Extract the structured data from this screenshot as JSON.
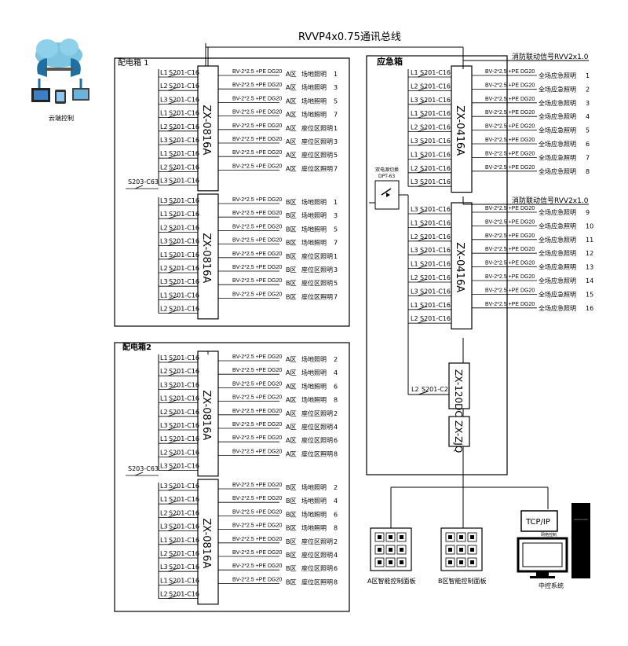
{
  "bus_title": "RVVP4x0.75通讯总线",
  "cloud_label": "云端控制",
  "box1": {
    "title": "配电箱 1",
    "main_breaker": "S203-C63",
    "modules": [
      {
        "label": "ZX-0816A",
        "circuits": [
          {
            "phase": "L1",
            "breaker": "S201-C16",
            "cable": "BV-2*2.5 +PE DG20",
            "zone": "A区",
            "load": "场地照明",
            "num": "1"
          },
          {
            "phase": "L2",
            "breaker": "S201-C16",
            "cable": "BV-2*2.5 +PE DG20",
            "zone": "A区",
            "load": "场地照明",
            "num": "3"
          },
          {
            "phase": "L3",
            "breaker": "S201-C16",
            "cable": "BV-2*2.5 +PE DG20",
            "zone": "A区",
            "load": "场地照明",
            "num": "5"
          },
          {
            "phase": "L1",
            "breaker": "S201-C16",
            "cable": "BV-2*2.5 +PE DG20",
            "zone": "A区",
            "load": "场地照明",
            "num": "7"
          },
          {
            "phase": "L2",
            "breaker": "S201-C16",
            "cable": "BV-2*2.5 +PE DG20",
            "zone": "A区",
            "load": "座位区照明",
            "num": "1"
          },
          {
            "phase": "L3",
            "breaker": "S201-C16",
            "cable": "BV-2*2.5 +PE DG20",
            "zone": "A区",
            "load": "座位区照明",
            "num": "3"
          },
          {
            "phase": "L1",
            "breaker": "S201-C16",
            "cable": "BV-2*2.5 +PE DG20",
            "zone": "A区",
            "load": "座位区照明",
            "num": "5"
          },
          {
            "phase": "L2",
            "breaker": "S201-C16",
            "cable": "BV-2*2.5 +PE DG20",
            "zone": "A区",
            "load": "座位区照明",
            "num": "7"
          },
          {
            "phase": "L3",
            "breaker": "S201-C16"
          }
        ]
      },
      {
        "label": "ZX-0816A",
        "circuits": [
          {
            "phase": "L3",
            "breaker": "S201-C16",
            "cable": "BV-2*2.5 +PE DG20",
            "zone": "B区",
            "load": "场地照明",
            "num": "1"
          },
          {
            "phase": "L1",
            "breaker": "S201-C16",
            "cable": "BV-2*2.5 +PE DG20",
            "zone": "B区",
            "load": "场地照明",
            "num": "3"
          },
          {
            "phase": "L2",
            "breaker": "S201-C16",
            "cable": "BV-2*2.5 +PE DG20",
            "zone": "B区",
            "load": "场地照明",
            "num": "5"
          },
          {
            "phase": "L3",
            "breaker": "S201-C16",
            "cable": "BV-2*2.5 +PE DG20",
            "zone": "B区",
            "load": "场地照明",
            "num": "7"
          },
          {
            "phase": "L1",
            "breaker": "S201-C16",
            "cable": "BV-2*2.5 +PE DG20",
            "zone": "B区",
            "load": "座位区照明",
            "num": "1"
          },
          {
            "phase": "L2",
            "breaker": "S201-C16",
            "cable": "BV-2*2.5 +PE DG20",
            "zone": "B区",
            "load": "座位区照明",
            "num": "3"
          },
          {
            "phase": "L3",
            "breaker": "S201-C16",
            "cable": "BV-2*2.5 +PE DG20",
            "zone": "B区",
            "load": "座位区照明",
            "num": "5"
          },
          {
            "phase": "L1",
            "breaker": "S201-C16",
            "cable": "BV-2*2.5 +PE DG20",
            "zone": "B区",
            "load": "座位区照明",
            "num": "7"
          },
          {
            "phase": "L2",
            "breaker": "S201-C16"
          }
        ]
      }
    ]
  },
  "box2": {
    "title": "配电箱2",
    "main_breaker": "S203-C63",
    "modules": [
      {
        "label": "ZX-0816A",
        "circuits": [
          {
            "phase": "L1",
            "breaker": "S201-C16",
            "cable": "BV-2*2.5 +PE DG20",
            "zone": "A区",
            "load": "场地照明",
            "num": "2"
          },
          {
            "phase": "L2",
            "breaker": "S201-C16",
            "cable": "BV-2*2.5 +PE DG20",
            "zone": "A区",
            "load": "场地照明",
            "num": "4"
          },
          {
            "phase": "L3",
            "breaker": "S201-C16",
            "cable": "BV-2*2.5 +PE DG20",
            "zone": "A区",
            "load": "场地照明",
            "num": "6"
          },
          {
            "phase": "L1",
            "breaker": "S201-C16",
            "cable": "BV-2*2.5 +PE DG20",
            "zone": "A区",
            "load": "场地照明",
            "num": "8"
          },
          {
            "phase": "L2",
            "breaker": "S201-C16",
            "cable": "BV-2*2.5 +PE DG20",
            "zone": "A区",
            "load": "座位区照明",
            "num": "2"
          },
          {
            "phase": "L3",
            "breaker": "S201-C16",
            "cable": "BV-2*2.5 +PE DG20",
            "zone": "A区",
            "load": "座位区照明",
            "num": "4"
          },
          {
            "phase": "L1",
            "breaker": "S201-C16",
            "cable": "BV-2*2.5 +PE DG20",
            "zone": "A区",
            "load": "座位区照明",
            "num": "6"
          },
          {
            "phase": "L2",
            "breaker": "S201-C16",
            "cable": "BV-2*2.5 +PE DG20",
            "zone": "A区",
            "load": "座位区照明",
            "num": "8"
          },
          {
            "phase": "L3",
            "breaker": "S201-C16"
          }
        ]
      },
      {
        "label": "ZX-0816A",
        "circuits": [
          {
            "phase": "L3",
            "breaker": "S201-C16",
            "cable": "BV-2*2.5 +PE DG20",
            "zone": "B区",
            "load": "场地照明",
            "num": "2"
          },
          {
            "phase": "L1",
            "breaker": "S201-C16",
            "cable": "BV-2*2.5 +PE DG20",
            "zone": "B区",
            "load": "场地照明",
            "num": "4"
          },
          {
            "phase": "L2",
            "breaker": "S201-C16",
            "cable": "BV-2*2.5 +PE DG20",
            "zone": "B区",
            "load": "场地照明",
            "num": "6"
          },
          {
            "phase": "L3",
            "breaker": "S201-C16",
            "cable": "BV-2*2.5 +PE DG20",
            "zone": "B区",
            "load": "场地照明",
            "num": "8"
          },
          {
            "phase": "L1",
            "breaker": "S201-C16",
            "cable": "BV-2*2.5 +PE DG20",
            "zone": "B区",
            "load": "座位区照明",
            "num": "2"
          },
          {
            "phase": "L2",
            "breaker": "S201-C16",
            "cable": "BV-2*2.5 +PE DG20",
            "zone": "B区",
            "load": "座位区照明",
            "num": "4"
          },
          {
            "phase": "L3",
            "breaker": "S201-C16",
            "cable": "BV-2*2.5 +PE DG20",
            "zone": "B区",
            "load": "座位区照明",
            "num": "6"
          },
          {
            "phase": "L1",
            "breaker": "S201-C16",
            "cable": "BV-2*2.5 +PE DG20",
            "zone": "B区",
            "load": "座位区照明",
            "num": "8"
          },
          {
            "phase": "L2",
            "breaker": "S201-C16"
          }
        ]
      }
    ]
  },
  "emergency": {
    "title": "应急箱",
    "fire_signal": "消防联动信号RVV2x1.0",
    "dual_power_label": "双电源切换",
    "dual_power_model": "DPT-63",
    "modules": [
      {
        "label": "ZX-0416A",
        "circuits": [
          {
            "phase": "L1",
            "breaker": "S201-C16",
            "cable": "BV-2*2.5 +PE DG20",
            "load": "全场应急照明",
            "num": "1"
          },
          {
            "phase": "L2",
            "breaker": "S201-C16",
            "cable": "BV-2*2.5 +PE DG20",
            "load": "全场应急照明",
            "num": "2"
          },
          {
            "phase": "L3",
            "breaker": "S201-C16",
            "cable": "BV-2*2.5 +PE DG20",
            "load": "全场应急照明",
            "num": "3"
          },
          {
            "phase": "L1",
            "breaker": "S201-C16",
            "cable": "BV-2*2.5 +PE DG20",
            "load": "全场应急照明",
            "num": "4"
          },
          {
            "phase": "L2",
            "breaker": "S201-C16",
            "cable": "BV-2*2.5 +PE DG20",
            "load": "全场应急照明",
            "num": "5"
          },
          {
            "phase": "L3",
            "breaker": "S201-C16",
            "cable": "BV-2*2.5 +PE DG20",
            "load": "全场应急照明",
            "num": "6"
          },
          {
            "phase": "L1",
            "breaker": "S201-C16",
            "cable": "BV-2*2.5 +PE DG20",
            "load": "全场应急照明",
            "num": "7"
          },
          {
            "phase": "L2",
            "breaker": "S201-C16",
            "cable": "BV-2*2.5 +PE DG20",
            "load": "全场应急照明",
            "num": "8"
          },
          {
            "phase": "L3",
            "breaker": "S201-C16"
          }
        ]
      },
      {
        "label": "ZX-0416A",
        "circuits": [
          {
            "phase": "L3",
            "breaker": "S201-C16",
            "cable": "BV-2*2.5 +PE DG20",
            "load": "全场应急照明",
            "num": "9"
          },
          {
            "phase": "L1",
            "breaker": "S201-C16",
            "cable": "BV-2*2.5 +PE DG20",
            "load": "全场应急照明",
            "num": "10"
          },
          {
            "phase": "L2",
            "breaker": "S201-C16",
            "cable": "BV-2*2.5 +PE DG20",
            "load": "全场应急照明",
            "num": "11"
          },
          {
            "phase": "L3",
            "breaker": "S201-C16",
            "cable": "BV-2*2.5 +PE DG20",
            "load": "全场应急照明",
            "num": "12"
          },
          {
            "phase": "L1",
            "breaker": "S201-C16",
            "cable": "BV-2*2.5 +PE DG20",
            "load": "全场应急照明",
            "num": "13"
          },
          {
            "phase": "L2",
            "breaker": "S201-C16",
            "cable": "BV-2*2.5 +PE DG20",
            "load": "全场应急照明",
            "num": "14"
          },
          {
            "phase": "L3",
            "breaker": "S201-C16",
            "cable": "BV-2*2.5 +PE DG20",
            "load": "全场应急照明",
            "num": "15"
          },
          {
            "phase": "L1",
            "breaker": "S201-C16",
            "cable": "BV-2*2.5 +PE DG20",
            "load": "全场应急照明",
            "num": "16"
          },
          {
            "phase": "L2",
            "breaker": "S201-C16"
          }
        ]
      }
    ],
    "power_module": "ZX-120DC",
    "power_phase": "L2",
    "power_breaker": "S201-C2",
    "zx_module": "ZX-ZJQ"
  },
  "panels": [
    {
      "label": "A区智能控制面板"
    },
    {
      "label": "B区智能控制面板"
    }
  ],
  "central": {
    "label": "中控系统",
    "protocol": "TCP/IP",
    "sublabel": "网络控制"
  },
  "colors": {
    "line": "#000000",
    "cloud": "#6fb7d8",
    "cloud_dark": "#1f6fa3",
    "monitor": "#1a4f9a"
  }
}
